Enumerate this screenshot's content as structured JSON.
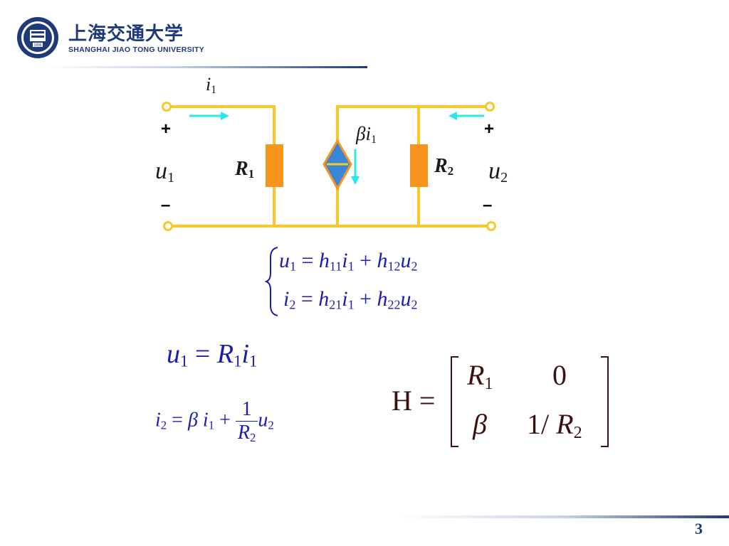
{
  "header": {
    "logo_cn": "上海交通大学",
    "logo_en": "SHANGHAI  JIAO TONG  UNIVERSITY",
    "logo_year": "1896"
  },
  "colors": {
    "wire": "#f7c82a",
    "resistor": "#f7941d",
    "source_fill": "#3a86d6",
    "arrow": "#29e6f0",
    "brand": "#1f3a7a"
  },
  "circuit": {
    "i1_label": "i",
    "i1_sub": "1",
    "plus_left": "+",
    "plus_right": "+",
    "minus_left": "–",
    "minus_right": "–",
    "u1_label": "u",
    "u1_sub": "1",
    "u2_label": "u",
    "u2_sub": "2",
    "r1_label": "R",
    "r1_sub": "1",
    "r2_label": "R",
    "r2_sub": "2",
    "source_label_beta": "β",
    "source_label_i": "i",
    "source_label_sub": "1"
  },
  "equations": {
    "sys_line1": {
      "lhs": "u",
      "lhs_sub": "1",
      "eq": " = ",
      "a": "h",
      "a_sub": "11",
      "b": "i",
      "b_sub": "1",
      "plus": " + ",
      "c": "h",
      "c_sub": "12",
      "d": "u",
      "d_sub": "2"
    },
    "sys_line2": {
      "lhs": "i",
      "lhs_sub": "2",
      "eq": " = ",
      "a": "h",
      "a_sub": "21",
      "b": "i",
      "b_sub": "1",
      "plus": " + ",
      "c": "h",
      "c_sub": "22",
      "d": "u",
      "d_sub": "2"
    },
    "eq_u1": {
      "lhs": "u",
      "lhs_sub": "1",
      "eq": " = ",
      "r": "R",
      "r_sub": "1",
      "i": "i",
      "i_sub": "1"
    },
    "eq_i2": {
      "lhs": "i",
      "lhs_sub": "2",
      "eq": " = ",
      "beta": "β",
      "i": "i",
      "i_sub": "1",
      "plus": " + ",
      "num": "1",
      "den": "R",
      "den_sub": "2",
      "u": "u",
      "u_sub": "2"
    },
    "matrix": {
      "name": "H",
      "eq": " = ",
      "m11": "R",
      "m11_sub": "1",
      "m12": "0",
      "m21": "β",
      "m22_pre": "1/ ",
      "m22": "R",
      "m22_sub": "2"
    }
  },
  "footer": {
    "page_number": "3"
  }
}
